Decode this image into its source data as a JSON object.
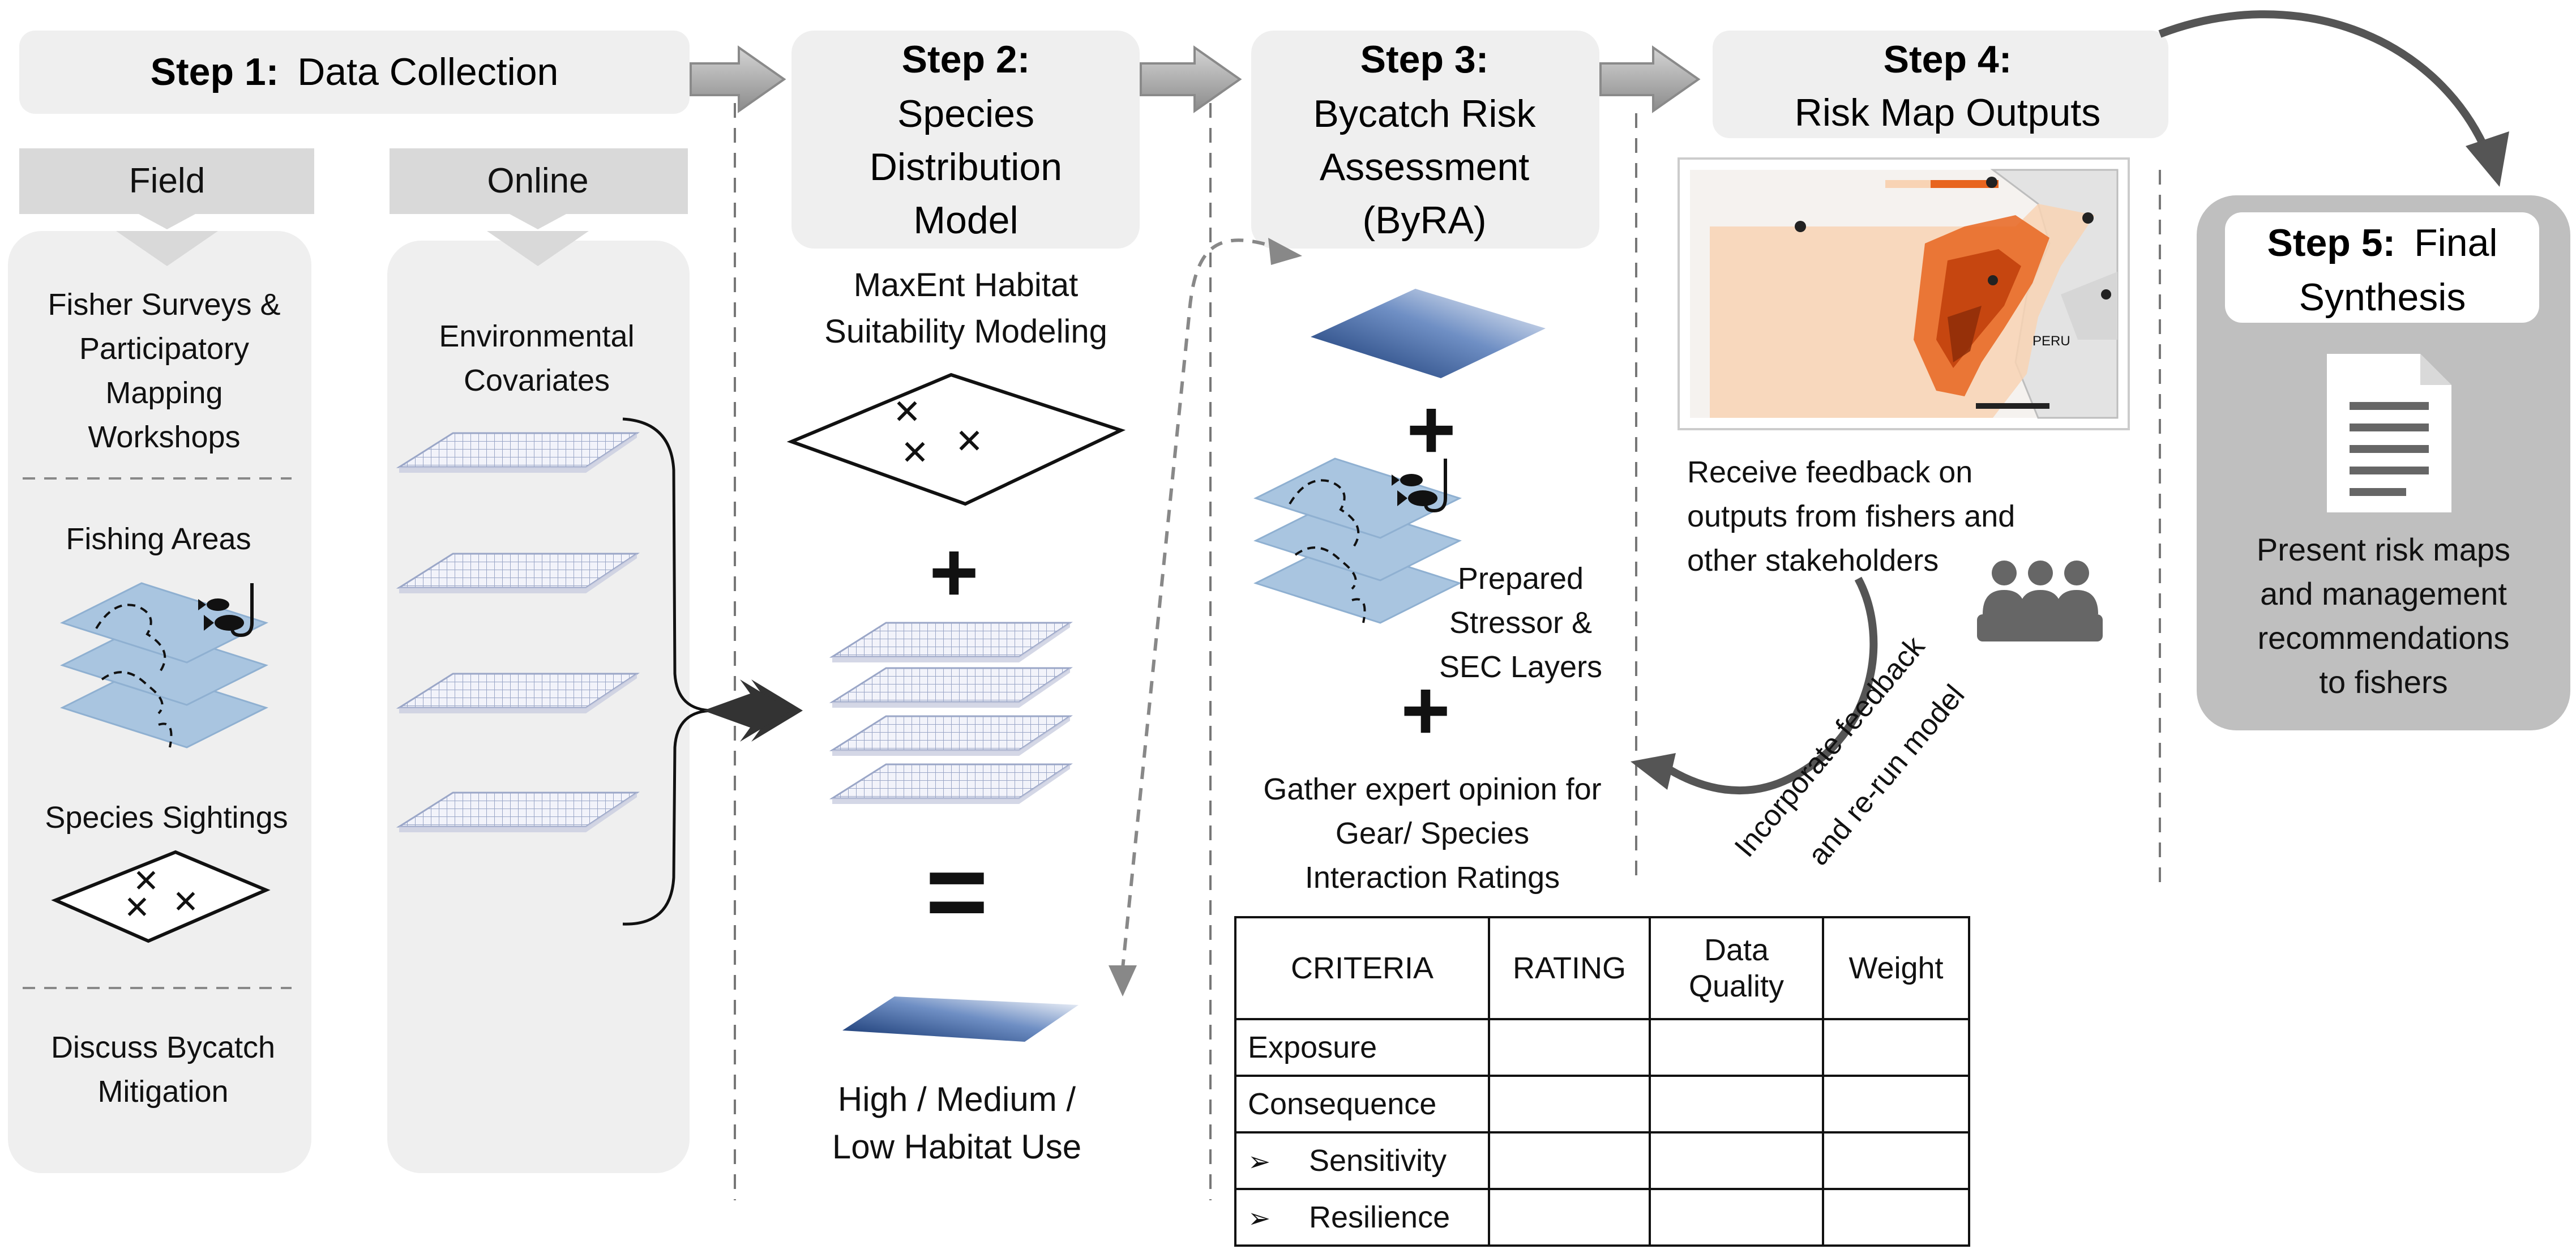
{
  "steps": [
    {
      "bold": "Step 1:",
      "rest": "Data Collection"
    },
    {
      "bold": "Step 2:",
      "lines": [
        "Species",
        "Distribution",
        "Model"
      ]
    },
    {
      "bold": "Step 3:",
      "lines": [
        "Bycatch Risk",
        "Assessment",
        "(ByRA)"
      ]
    },
    {
      "bold": "Step 4:",
      "lines": [
        "Risk Map Outputs"
      ]
    },
    {
      "bold": "Step 5:",
      "rest": "Final",
      "line2": "Synthesis"
    }
  ],
  "step1": {
    "field_label": "Field",
    "online_label": "Online",
    "field_items": [
      [
        "Fisher Surveys &",
        "Participatory",
        "Mapping",
        "Workshops"
      ],
      [
        "Fishing Areas"
      ],
      [
        "Species Sightings"
      ],
      [
        "Discuss Bycatch",
        "Mitigation"
      ]
    ],
    "online_items": [
      "Environmental",
      "Covariates"
    ]
  },
  "step2": {
    "method": [
      "MaxEnt Habitat",
      "Suitability Modeling"
    ],
    "output": [
      "High / Medium /",
      "Low  Habitat Use"
    ],
    "plus": "+",
    "equals": "="
  },
  "step3": {
    "layers_label": [
      "Prepared",
      "Stressor &",
      "SEC Layers"
    ],
    "expert": [
      "Gather expert opinion for",
      "Gear/ Species",
      "Interaction Ratings"
    ],
    "plus": "+"
  },
  "table": {
    "headers": [
      "CRITERIA",
      "RATING",
      "Data Quality",
      "Weight"
    ],
    "rows": [
      {
        "label": "Exposure",
        "sub": false
      },
      {
        "label": "Consequence",
        "sub": false
      },
      {
        "label": "Sensitivity",
        "sub": true
      },
      {
        "label": "Resilience",
        "sub": true
      }
    ]
  },
  "step4": {
    "feedback": [
      "Receive feedback on",
      "outputs from fishers and",
      "other stakeholders"
    ],
    "loop": [
      "Incorporate feedback",
      "and re-run model"
    ],
    "map": {
      "country_label": "PERU"
    }
  },
  "step5": {
    "text": [
      "Present risk maps",
      "and management",
      "recommendations",
      "to fishers"
    ]
  },
  "colors": {
    "header_bg": "#efefef",
    "panel_bg": "#efefef",
    "tab_bg": "#d9d9d9",
    "step5_bg": "#bfbfbf",
    "layer_blue": "#a9c5e0",
    "grid_line": "#9aa6c7",
    "risk_orange": "#e8651f"
  }
}
